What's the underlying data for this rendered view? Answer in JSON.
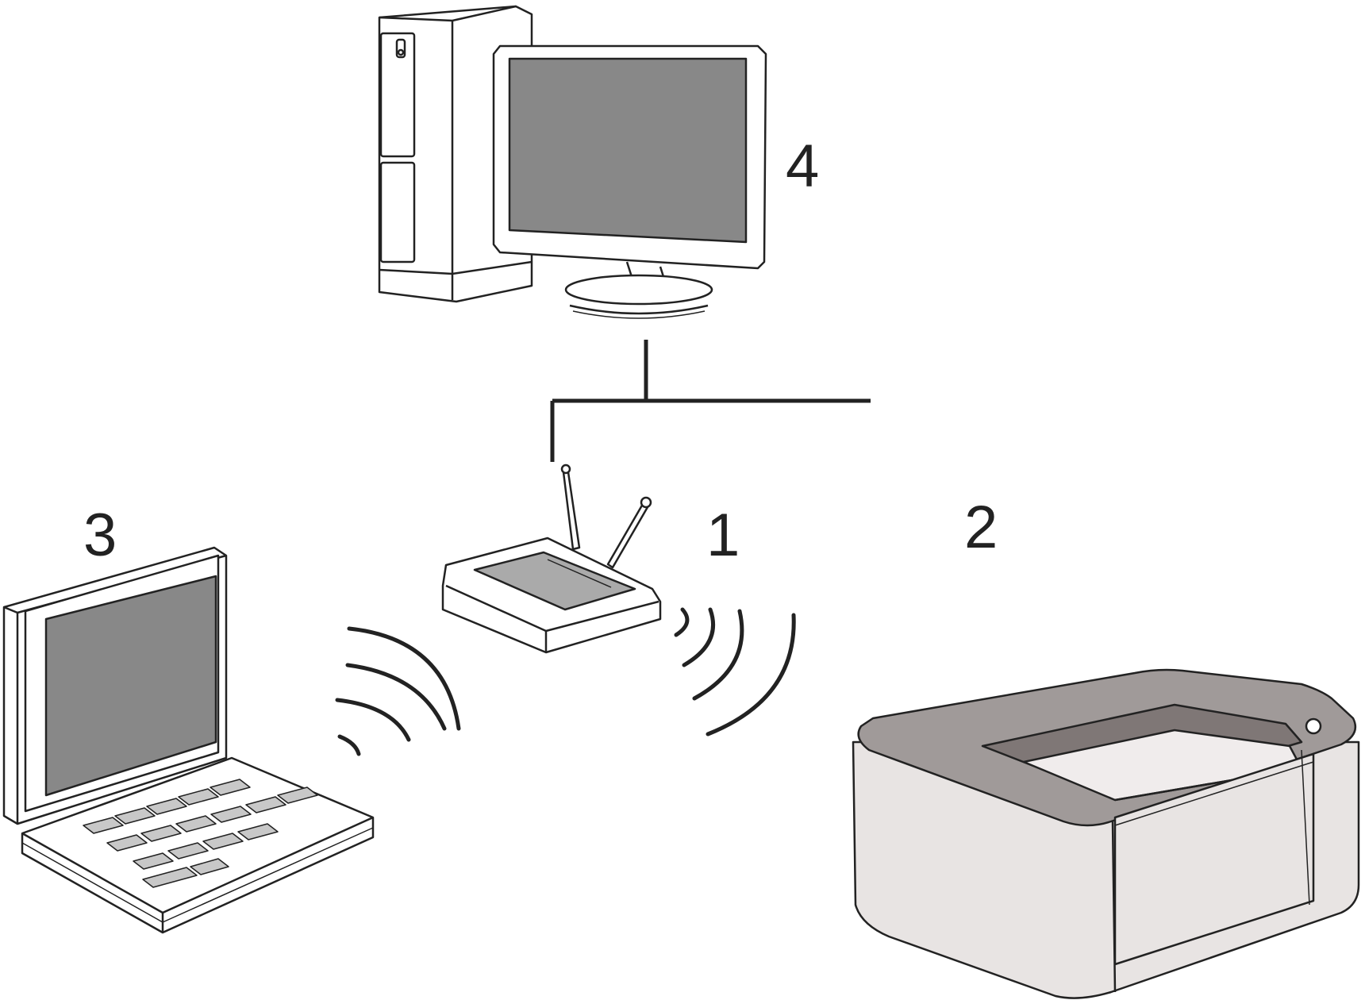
{
  "callouts": {
    "router": "1",
    "printer": "2",
    "laptop": "3",
    "desktop": "4"
  },
  "colors": {
    "outline": "#222222",
    "screen": "#888888",
    "keys": "#c8c8c8",
    "printer_body": "#e8e4e3",
    "printer_top": "#a09a99",
    "printer_tray": "#7f7776",
    "router_panel": "#aaaaaa"
  }
}
